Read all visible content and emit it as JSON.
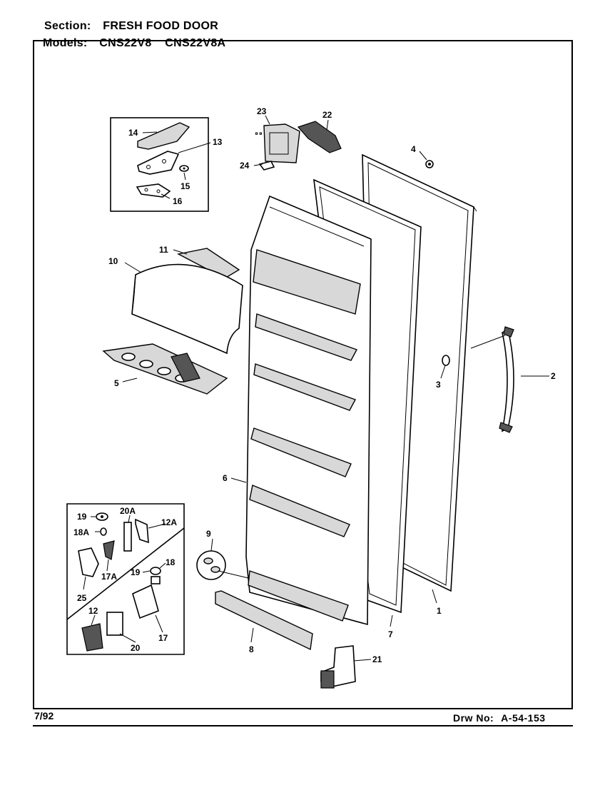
{
  "header": {
    "section_label": "Section:",
    "section_value": "FRESH FOOD DOOR",
    "models_label": "Models:",
    "models": [
      "CNS22V8",
      "CNS22V8A"
    ]
  },
  "footer": {
    "date": "7/92",
    "drawing_label": "Drw No:",
    "drawing_number": "A-54-153"
  },
  "parts": [
    {
      "id": "1"
    },
    {
      "id": "2"
    },
    {
      "id": "3"
    },
    {
      "id": "4"
    },
    {
      "id": "5"
    },
    {
      "id": "6"
    },
    {
      "id": "7"
    },
    {
      "id": "8"
    },
    {
      "id": "9"
    },
    {
      "id": "10"
    },
    {
      "id": "11"
    },
    {
      "id": "12"
    },
    {
      "id": "12A"
    },
    {
      "id": "13"
    },
    {
      "id": "14"
    },
    {
      "id": "15"
    },
    {
      "id": "16"
    },
    {
      "id": "17"
    },
    {
      "id": "17A"
    },
    {
      "id": "18"
    },
    {
      "id": "18A"
    },
    {
      "id": "19"
    },
    {
      "id": "19b",
      "label": "19"
    },
    {
      "id": "20"
    },
    {
      "id": "20A"
    },
    {
      "id": "21"
    },
    {
      "id": "22"
    },
    {
      "id": "23"
    },
    {
      "id": "24"
    },
    {
      "id": "25"
    }
  ]
}
